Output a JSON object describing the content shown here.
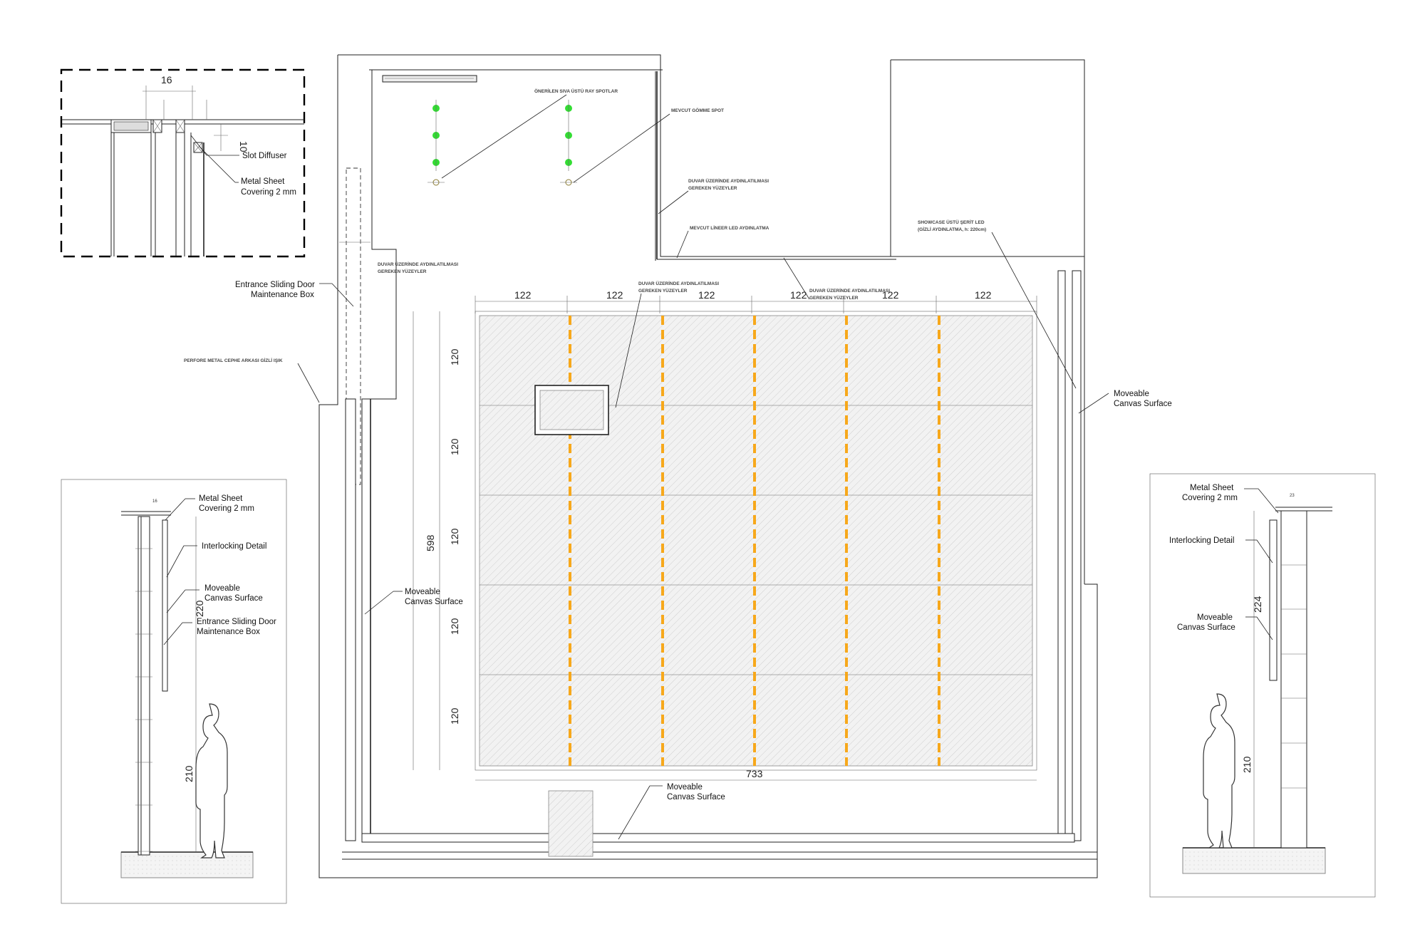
{
  "detail": {
    "dim_top": "16",
    "dim_side": "10",
    "slot_diffuser": "Slot Diffuser",
    "metal_sheet_1": "Metal Sheet",
    "metal_sheet_2": "Covering 2 mm"
  },
  "plan": {
    "entrance_box_1": "Entrance Sliding Door",
    "entrance_box_2": "Maintenance Box",
    "perfore": "PERFORE METAL CEPHE ARKASI GİZLİ IŞIK",
    "onerilen": "ÖNERİLEN SIVA ÜSTÜ RAY SPOTLAR",
    "mevcut_gomme": "MEVCUT GÖMME SPOT",
    "duvar_1": "DUVAR ÜZERİNDE AYDINLATILMASI",
    "duvar_2": "GEREKEN YÜZEYLER",
    "mevcut_lineer": "MEVCUT LİNEER LED AYDINLATMA",
    "showcase_1": "SHOWCASE ÜSTÜ ŞERİT LED",
    "showcase_2": "(GİZLİ AYDINLATMA, h: 220cm)",
    "moveable_1": "Moveable",
    "moveable_2": "Canvas Surface",
    "dim_col": [
      "122",
      "122",
      "122",
      "122",
      "122",
      "122"
    ],
    "dim_row": [
      "120",
      "120",
      "120",
      "120",
      "120"
    ],
    "dim_total_h": "598",
    "dim_total_w": "733"
  },
  "section_left": {
    "metal_1": "Metal Sheet",
    "metal_2": "Covering 2 mm",
    "interlocking": "Interlocking Detail",
    "moveable_1": "Moveable",
    "moveable_2": "Canvas Surface",
    "entrance_1": "Entrance Sliding Door",
    "entrance_2": "Maintenance Box",
    "dim_220": "220",
    "dim_210": "210",
    "dim_small": "16"
  },
  "section_right": {
    "metal_1": "Metal Sheet",
    "metal_2": "Covering 2 mm",
    "interlocking": "Interlocking Detail",
    "moveable_1": "Moveable",
    "moveable_2": "Canvas Surface",
    "dim_224": "224",
    "dim_210": "210",
    "dim_small": "23"
  },
  "colors": {
    "led_strip": "#f7a81b",
    "spotlight": "#33dd33"
  }
}
